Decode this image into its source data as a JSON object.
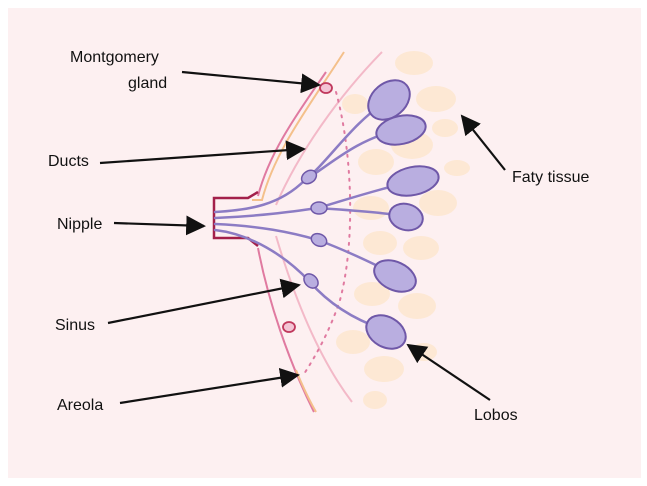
{
  "labels": {
    "montgomery_line1": "Montgomery",
    "montgomery_line2": "gland",
    "ducts": "Ducts",
    "nipple": "Nipple",
    "sinus": "Sinus",
    "areola": "Areola",
    "fatty_tissue": "Faty tissue",
    "lobos": "Lobos"
  },
  "colors": {
    "background": "#fdf0f1",
    "skin_dark": "#c0395d",
    "skin_light": "#f3a9be",
    "nipple": "#a3204a",
    "edge_orange": "#f4c08b",
    "fat": "#fde8d4",
    "lobe_fill": "#b9aee0",
    "lobe_stroke": "#6f58a8",
    "duct": "#8c7cc4",
    "arrow": "#111111"
  },
  "icons": {
    "arrowhead": "black-triangle-arrowhead"
  }
}
